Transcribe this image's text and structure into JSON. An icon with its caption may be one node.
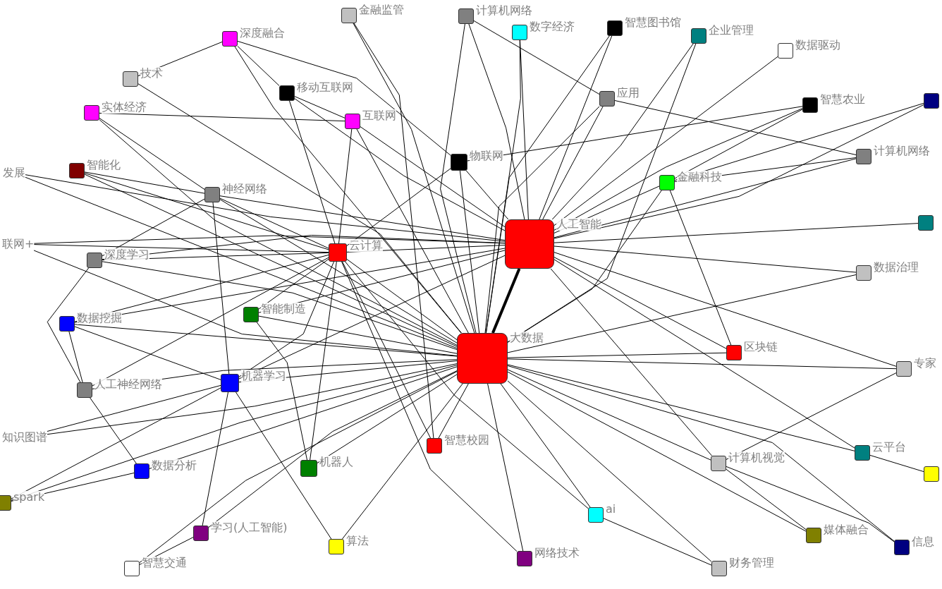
{
  "diagram": {
    "nodes": [
      {
        "text": [
          "金融监管"
        ]
      },
      {
        "text": [
          "计算机网络"
        ]
      },
      {
        "text": [
          "数字经济"
        ]
      },
      {
        "text": [
          "智慧图书馆"
        ]
      },
      {
        "text": [
          "企业管理"
        ]
      },
      {
        "text": [
          "数据驱动"
        ]
      },
      {
        "text": [
          "深度融合"
        ]
      },
      {
        "text": [
          "技术"
        ]
      },
      {
        "text": [
          "移动互联网"
        ]
      },
      {
        "text": [
          "应用"
        ]
      },
      {
        "text": [
          "实体经济"
        ]
      },
      {
        "text": [
          "互联网"
        ]
      },
      {
        "text": [
          "智慧农业"
        ]
      },
      {
        "text": [],
        "shape": "box"
      },
      {
        "text": [
          "物联网"
        ]
      },
      {
        "text": [
          "计算机网络"
        ]
      },
      {
        "text": [
          "智能化"
        ]
      },
      {
        "text": [
          "发展"
        ]
      },
      {
        "text": [
          "神经网络"
        ]
      },
      {
        "text": [
          "金融科技"
        ]
      },
      {
        "text": [
          "人工智能"
        ]
      },
      {
        "text": [],
        "shape": "box"
      },
      {
        "text": [
          "联网+"
        ]
      },
      {
        "text": [
          "深度学习"
        ]
      },
      {
        "text": [
          "云计算"
        ]
      },
      {
        "text": [
          "数据治理"
        ]
      },
      {
        "text": [
          "智能制造"
        ]
      },
      {
        "text": [
          "数据挖掘"
        ]
      },
      {
        "text": [
          "大数据"
        ]
      },
      {
        "text": [
          "区块链"
        ]
      },
      {
        "text": [
          "专家"
        ]
      },
      {
        "text": [
          "人工神经网络"
        ]
      },
      {
        "text": [
          "机器学习"
        ]
      },
      {
        "text": [
          "知识图谱"
        ]
      },
      {
        "text": [
          "智慧校园"
        ]
      },
      {
        "text": [
          "云平台"
        ]
      },
      {
        "text": [
          "计算机视觉"
        ]
      },
      {
        "text": [
          "数据分析"
        ]
      },
      {
        "text": [
          "机器人"
        ]
      },
      {
        "text": [],
        "shape": "box"
      },
      {
        "text": [
          "spark"
        ]
      },
      {
        "text": [
          "ai"
        ]
      },
      {
        "text": [
          "学习(人工智能)"
        ]
      },
      {
        "text": [
          "算法"
        ]
      },
      {
        "text": [
          "媒体融合"
        ]
      },
      {
        "text": [
          "信息"
        ]
      },
      {
        "text": [
          "智慧交通"
        ]
      },
      {
        "text": [
          "网络技术"
        ]
      },
      {
        "text": [
          "财务管理"
        ]
      }
    ],
    "edges": [
      {
        "from": 20,
        "to": 28,
        "arrow": "none",
        "style": "thick"
      },
      {
        "from": 20,
        "to": 1,
        "arrow": "none"
      },
      {
        "from": 20,
        "to": 2,
        "arrow": "none"
      },
      {
        "from": 20,
        "to": 3,
        "arrow": "none"
      },
      {
        "from": 20,
        "to": 4,
        "arrow": "none"
      },
      {
        "from": 20,
        "to": 5,
        "arrow": "none"
      },
      {
        "from": 20,
        "to": 8,
        "arrow": "none"
      },
      {
        "from": 20,
        "to": 9,
        "arrow": "none"
      },
      {
        "from": 20,
        "to": 11,
        "arrow": "none"
      },
      {
        "from": 20,
        "to": 12,
        "arrow": "none"
      },
      {
        "from": 20,
        "to": 13,
        "arrow": "none"
      },
      {
        "from": 20,
        "to": 14,
        "arrow": "none"
      },
      {
        "from": 20,
        "to": 15,
        "arrow": "none"
      },
      {
        "from": 20,
        "to": 17,
        "arrow": "none"
      },
      {
        "from": 20,
        "to": 18,
        "arrow": "none"
      },
      {
        "from": 20,
        "to": 19,
        "arrow": "none"
      },
      {
        "from": 20,
        "to": 21,
        "arrow": "none"
      },
      {
        "from": 20,
        "to": 22,
        "arrow": "none"
      },
      {
        "from": 20,
        "to": 23,
        "arrow": "none"
      },
      {
        "from": 20,
        "to": 24,
        "arrow": "none"
      },
      {
        "from": 20,
        "to": 25,
        "arrow": "none"
      },
      {
        "from": 20,
        "to": 26,
        "arrow": "none"
      },
      {
        "from": 20,
        "to": 27,
        "arrow": "none"
      },
      {
        "from": 20,
        "to": 29,
        "arrow": "none"
      },
      {
        "from": 20,
        "to": 30,
        "arrow": "none"
      },
      {
        "from": 20,
        "to": 32,
        "arrow": "none"
      },
      {
        "from": 20,
        "to": 35,
        "arrow": "none"
      },
      {
        "from": 20,
        "to": 36,
        "arrow": "none"
      },
      {
        "from": 28,
        "to": 0,
        "arrow": "none"
      },
      {
        "from": 28,
        "to": 1,
        "arrow": "none"
      },
      {
        "from": 28,
        "to": 2,
        "arrow": "none"
      },
      {
        "from": 28,
        "to": 3,
        "arrow": "none"
      },
      {
        "from": 28,
        "to": 4,
        "arrow": "none"
      },
      {
        "from": 28,
        "to": 6,
        "arrow": "none"
      },
      {
        "from": 28,
        "to": 7,
        "arrow": "none"
      },
      {
        "from": 28,
        "to": 9,
        "arrow": "none"
      },
      {
        "from": 28,
        "to": 10,
        "arrow": "none"
      },
      {
        "from": 28,
        "to": 11,
        "arrow": "none"
      },
      {
        "from": 28,
        "to": 14,
        "arrow": "none"
      },
      {
        "from": 28,
        "to": 16,
        "arrow": "none"
      },
      {
        "from": 28,
        "to": 17,
        "arrow": "none"
      },
      {
        "from": 28,
        "to": 18,
        "arrow": "none"
      },
      {
        "from": 28,
        "to": 19,
        "arrow": "none"
      },
      {
        "from": 28,
        "to": 22,
        "arrow": "none"
      },
      {
        "from": 28,
        "to": 23,
        "arrow": "none"
      },
      {
        "from": 28,
        "to": 24,
        "arrow": "none"
      },
      {
        "from": 28,
        "to": 25,
        "arrow": "none"
      },
      {
        "from": 28,
        "to": 26,
        "arrow": "none"
      },
      {
        "from": 28,
        "to": 27,
        "arrow": "none"
      },
      {
        "from": 28,
        "to": 29,
        "arrow": "none"
      },
      {
        "from": 28,
        "to": 30,
        "arrow": "none"
      },
      {
        "from": 28,
        "to": 31,
        "arrow": "none"
      },
      {
        "from": 28,
        "to": 32,
        "arrow": "none"
      },
      {
        "from": 28,
        "to": 33,
        "arrow": "none"
      },
      {
        "from": 28,
        "to": 34,
        "arrow": "none"
      },
      {
        "from": 28,
        "to": 35,
        "arrow": "none"
      },
      {
        "from": 28,
        "to": 36,
        "arrow": "none"
      },
      {
        "from": 28,
        "to": 37,
        "arrow": "none"
      },
      {
        "from": 28,
        "to": 38,
        "arrow": "none"
      },
      {
        "from": 28,
        "to": 40,
        "arrow": "none"
      },
      {
        "from": 28,
        "to": 41,
        "arrow": "none"
      },
      {
        "from": 28,
        "to": 42,
        "arrow": "none"
      },
      {
        "from": 28,
        "to": 43,
        "arrow": "none"
      },
      {
        "from": 28,
        "to": 44,
        "arrow": "none"
      },
      {
        "from": 28,
        "to": 45,
        "arrow": "none"
      },
      {
        "from": 28,
        "to": 46,
        "arrow": "none"
      },
      {
        "from": 28,
        "to": 47,
        "arrow": "none"
      },
      {
        "from": 28,
        "to": 48,
        "arrow": "none"
      },
      {
        "from": 24,
        "to": 8,
        "arrow": "none"
      },
      {
        "from": 24,
        "to": 11,
        "arrow": "none"
      },
      {
        "from": 24,
        "to": 14,
        "arrow": "none"
      },
      {
        "from": 24,
        "to": 16,
        "arrow": "none"
      },
      {
        "from": 24,
        "to": 18,
        "arrow": "none"
      },
      {
        "from": 24,
        "to": 22,
        "arrow": "none"
      },
      {
        "from": 24,
        "to": 23,
        "arrow": "none"
      },
      {
        "from": 24,
        "to": 26,
        "arrow": "none"
      },
      {
        "from": 24,
        "to": 27,
        "arrow": "none"
      },
      {
        "from": 24,
        "to": 31,
        "arrow": "none"
      },
      {
        "from": 24,
        "to": 32,
        "arrow": "none"
      },
      {
        "from": 24,
        "to": 34,
        "arrow": "none"
      },
      {
        "from": 24,
        "to": 38,
        "arrow": "none"
      },
      {
        "from": 24,
        "to": 41,
        "arrow": "none"
      },
      {
        "from": 24,
        "to": 47,
        "arrow": "none"
      },
      {
        "from": 6,
        "to": 7,
        "arrow": "none"
      },
      {
        "from": 6,
        "to": 8,
        "arrow": "none"
      },
      {
        "from": 6,
        "to": 14,
        "arrow": "none"
      },
      {
        "from": 8,
        "to": 11,
        "arrow": "none"
      },
      {
        "from": 10,
        "to": 11,
        "arrow": "none"
      },
      {
        "from": 10,
        "to": 18,
        "arrow": "none"
      },
      {
        "from": 1,
        "to": 9,
        "arrow": "none"
      },
      {
        "from": 9,
        "to": 15,
        "arrow": "none"
      },
      {
        "from": 12,
        "to": 14,
        "arrow": "none"
      },
      {
        "from": 12,
        "to": 19,
        "arrow": "none"
      },
      {
        "from": 13,
        "to": 19,
        "arrow": "none"
      },
      {
        "from": 15,
        "to": 19,
        "arrow": "none"
      },
      {
        "from": 19,
        "to": 29,
        "arrow": "none"
      },
      {
        "from": 16,
        "to": 18,
        "arrow": "none"
      },
      {
        "from": 18,
        "to": 23,
        "arrow": "none"
      },
      {
        "from": 18,
        "to": 32,
        "arrow": "none"
      },
      {
        "from": 27,
        "to": 31,
        "arrow": "none"
      },
      {
        "from": 23,
        "to": 31,
        "arrow": "none"
      },
      {
        "from": 27,
        "to": 32,
        "arrow": "none"
      },
      {
        "from": 31,
        "to": 37,
        "arrow": "none"
      },
      {
        "from": 32,
        "to": 42,
        "arrow": "none"
      },
      {
        "from": 32,
        "to": 43,
        "arrow": "none"
      },
      {
        "from": 33,
        "to": 32,
        "arrow": "none"
      },
      {
        "from": 40,
        "to": 32,
        "arrow": "none"
      },
      {
        "from": 40,
        "to": 37,
        "arrow": "none"
      },
      {
        "from": 26,
        "to": 38,
        "arrow": "none"
      },
      {
        "from": 42,
        "to": 46,
        "arrow": "none"
      },
      {
        "from": 0,
        "to": 34,
        "arrow": "none"
      },
      {
        "from": 36,
        "to": 30,
        "arrow": "none"
      },
      {
        "from": 35,
        "to": 39,
        "arrow": "none"
      },
      {
        "from": 36,
        "to": 44,
        "arrow": "none"
      },
      {
        "from": 36,
        "to": 45,
        "arrow": "none"
      },
      {
        "from": 41,
        "to": 48,
        "arrow": "none"
      }
    ]
  }
}
